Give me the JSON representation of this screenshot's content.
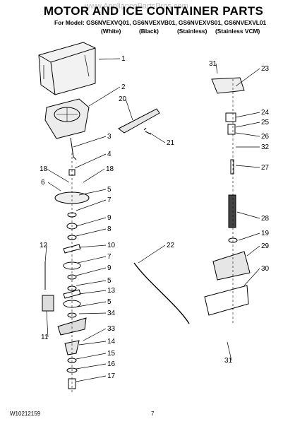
{
  "header": {
    "watermark": "www.AppliancePartsPros.com",
    "title": "MOTOR AND ICE CONTAINER PARTS",
    "model_line": "For Model: GS6NVEXVQ01, GS6NVEXVB01, GS6NVEXVS01, GS6NVEXVL01",
    "variants": [
      "(White)",
      "(Black)",
      "(Stainless)",
      "(Stainless VCM)"
    ]
  },
  "footer": {
    "doc_number": "W10212159",
    "page_number": "7"
  },
  "callouts": [
    "1",
    "2",
    "20",
    "3",
    "21",
    "4",
    "18",
    "18",
    "6",
    "5",
    "7",
    "9",
    "8",
    "10",
    "7",
    "9",
    "5",
    "13",
    "5",
    "34",
    "33",
    "14",
    "15",
    "16",
    "17",
    "12",
    "11",
    "22",
    "31",
    "23",
    "24",
    "25",
    "26",
    "32",
    "27",
    "28",
    "19",
    "29",
    "30",
    "31"
  ]
}
